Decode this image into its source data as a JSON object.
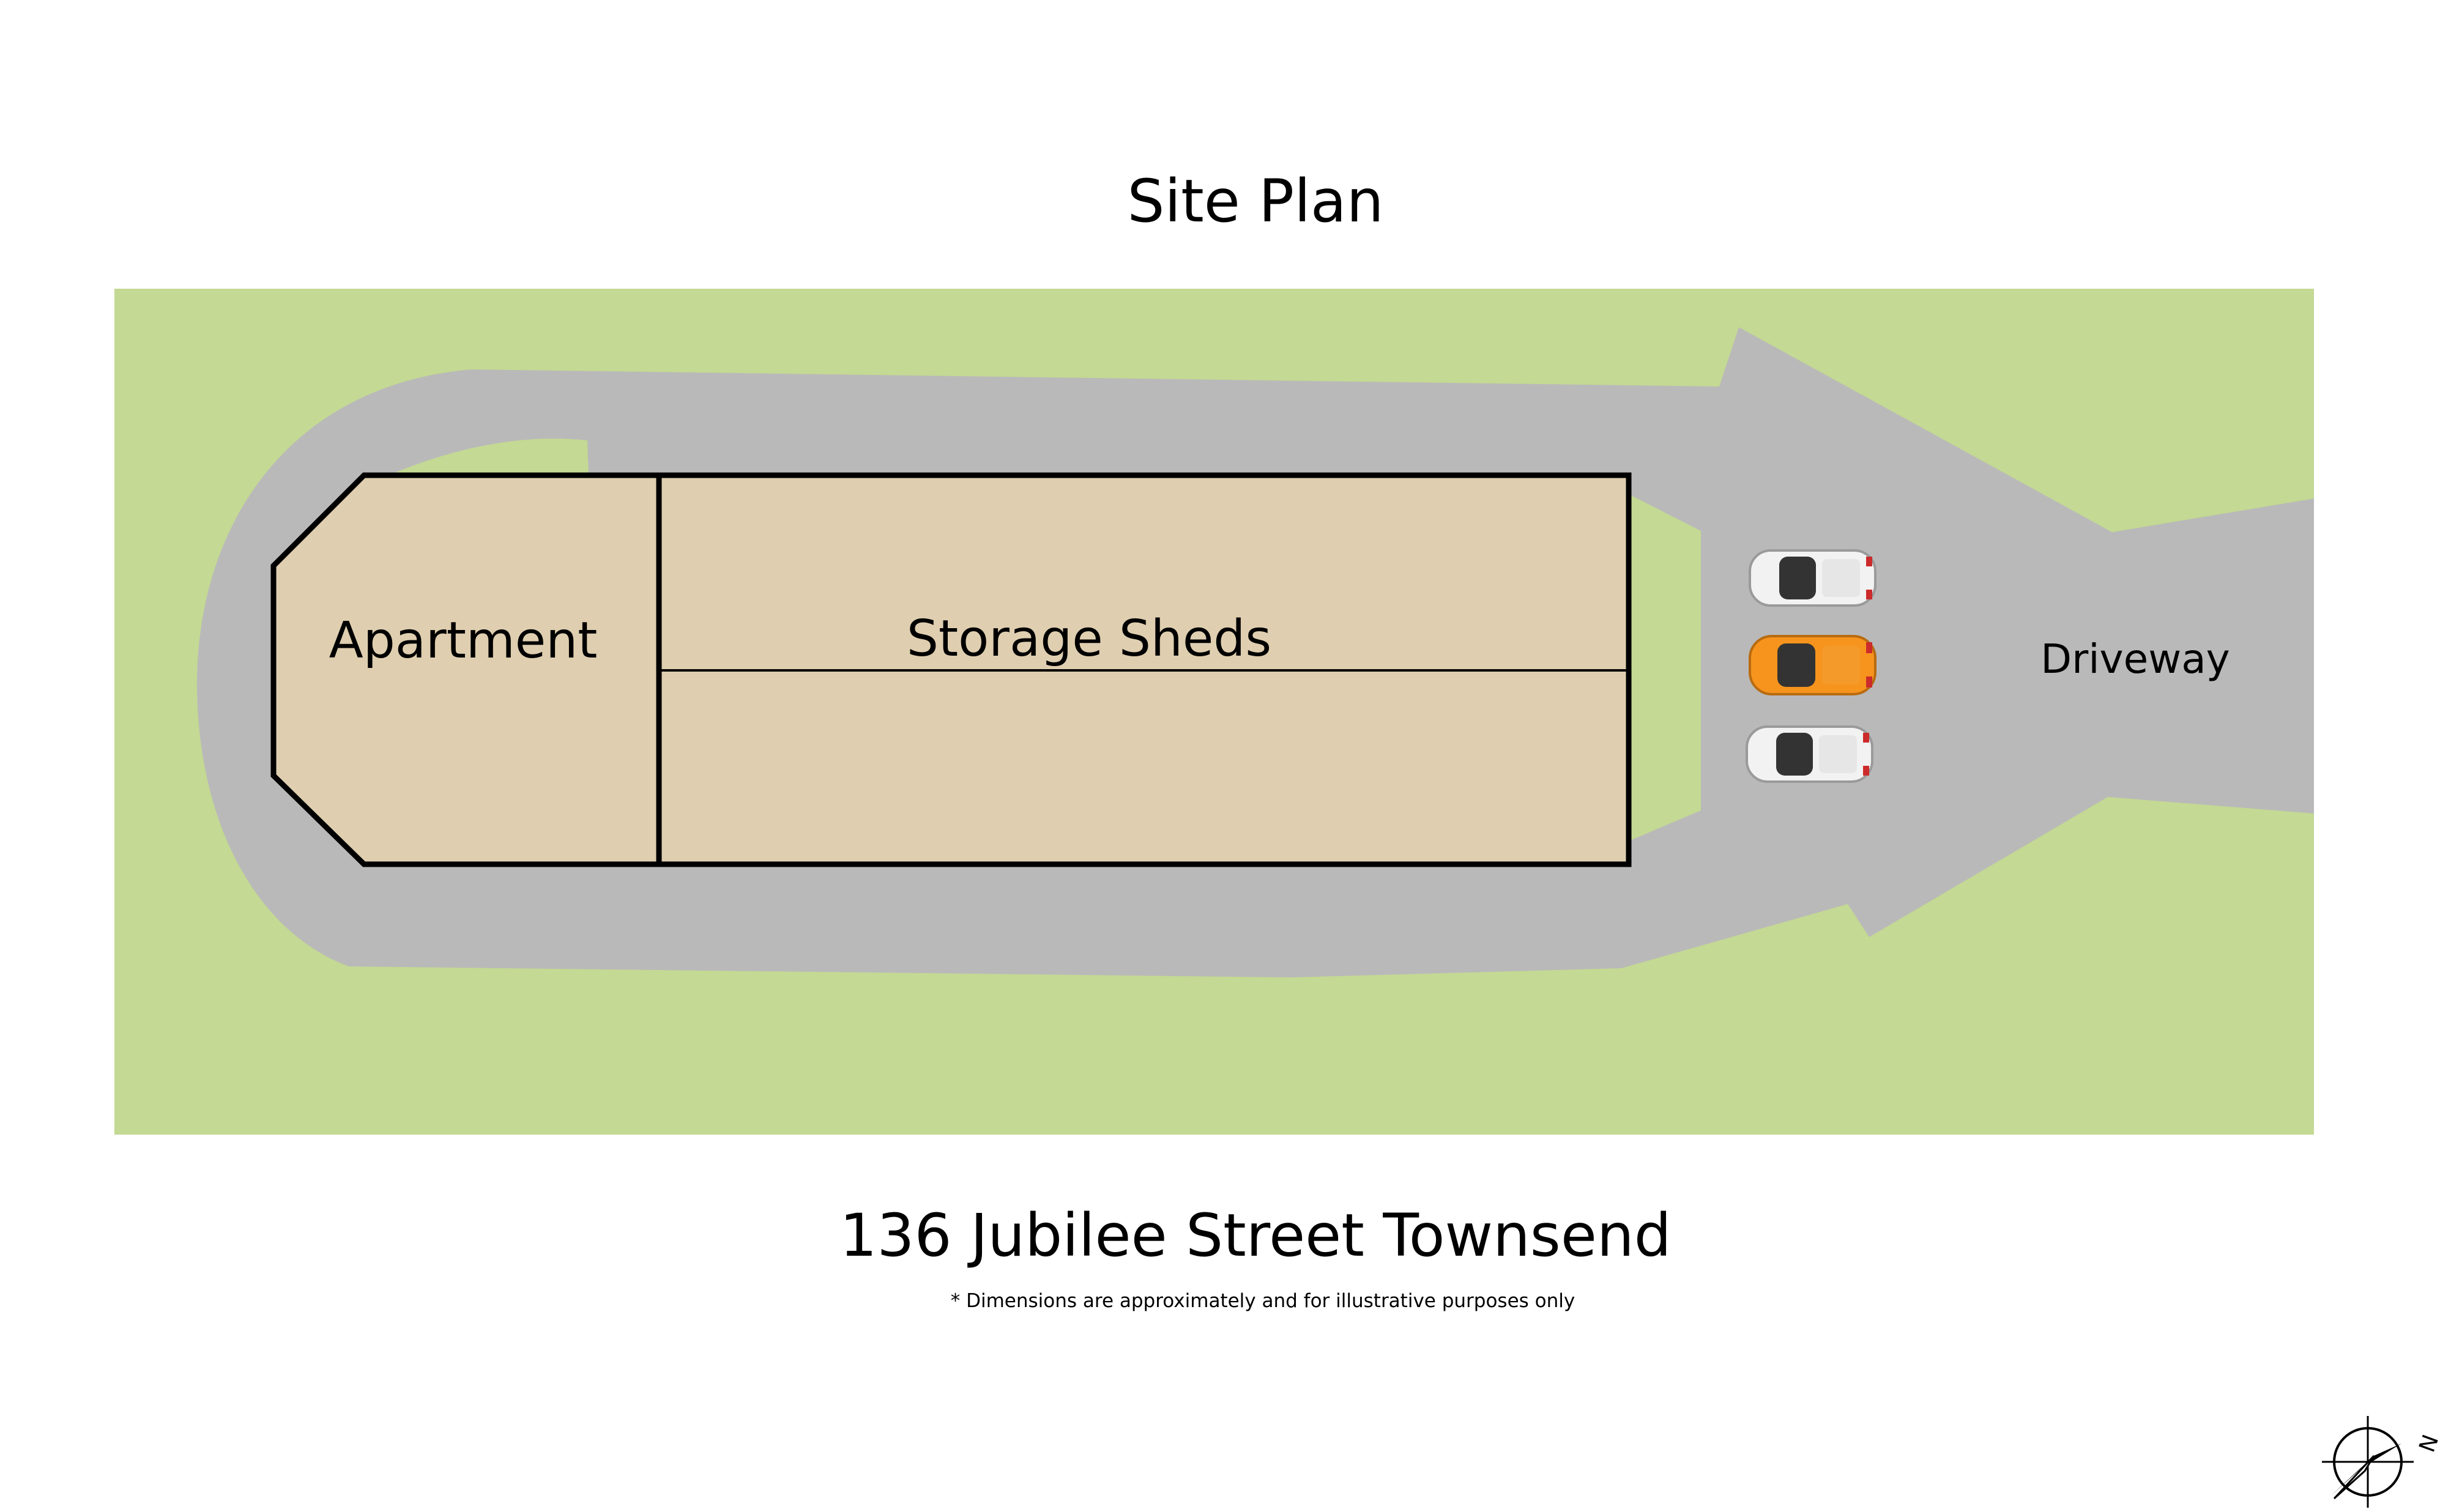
{
  "title": "Site Plan",
  "labels": {
    "apartment": "Apartment",
    "storage_sheds": "Storage Sheds",
    "driveway": "Driveway"
  },
  "address": "136 Jubilee Street Townsend",
  "disclaimer": "* Dimensions are approximately and for illustrative purposes only",
  "compass": {
    "north_label": "N",
    "icon": "north-arrow-compass-icon"
  },
  "colors": {
    "grass": "#c4d993",
    "driveway": "#b9b9b9",
    "building": "#dfcfb0",
    "outline": "#000000",
    "car_white": "#f2f2f2",
    "car_orange": "#f7941d"
  },
  "cars": [
    {
      "color": "white"
    },
    {
      "color": "orange"
    },
    {
      "color": "white"
    }
  ]
}
